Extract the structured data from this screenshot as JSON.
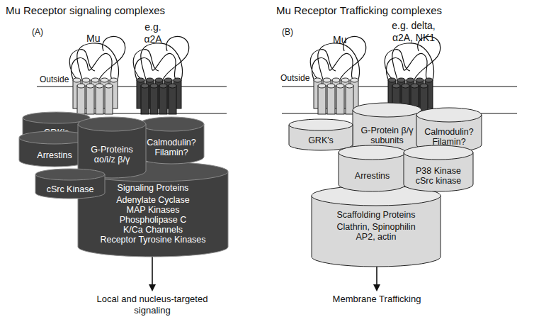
{
  "diagram": {
    "nodes": [
      {
        "text": [
          "GRK's"
        ]
      },
      {
        "text": [
          "Arrestins"
        ]
      },
      {
        "text": [
          "cSrc Kinase"
        ]
      },
      {
        "text": [
          "G-Proteins αo/i/z β/γ"
        ]
      },
      {
        "text": [
          "Calmodulin? Filamin?"
        ]
      },
      {
        "text": [
          "Signaling Proteins",
          "Adenylate Cyclase",
          "MAP Kinases",
          "Phospholipase C",
          "K/Ca Channels",
          "Receptor Tyrosine Kinases"
        ]
      },
      {
        "text": [
          "GRK's"
        ]
      },
      {
        "text": [
          "G-Protein β/γ subunits"
        ]
      },
      {
        "text": [
          "Calmodulin? Filamin?"
        ]
      },
      {
        "text": [
          "Arrestins"
        ]
      },
      {
        "text": [
          "P38 Kinase cSrc kinase"
        ]
      },
      {
        "text": [
          "Scaffolding Proteins",
          "Clathrin, Spinophilin",
          "AP2, actin"
        ]
      }
    ],
    "labels": [
      "Mu Receptor signaling complexes",
      "Mu Receptor Trafficking complexes",
      "(A)",
      "Mu",
      "e.g. α2A",
      "Outside",
      "Local and nucleus-targeted signaling",
      "(B)",
      "Mu",
      "e.g. delta, α2A, NK1",
      "Outside",
      "Membrane Trafficking"
    ]
  }
}
